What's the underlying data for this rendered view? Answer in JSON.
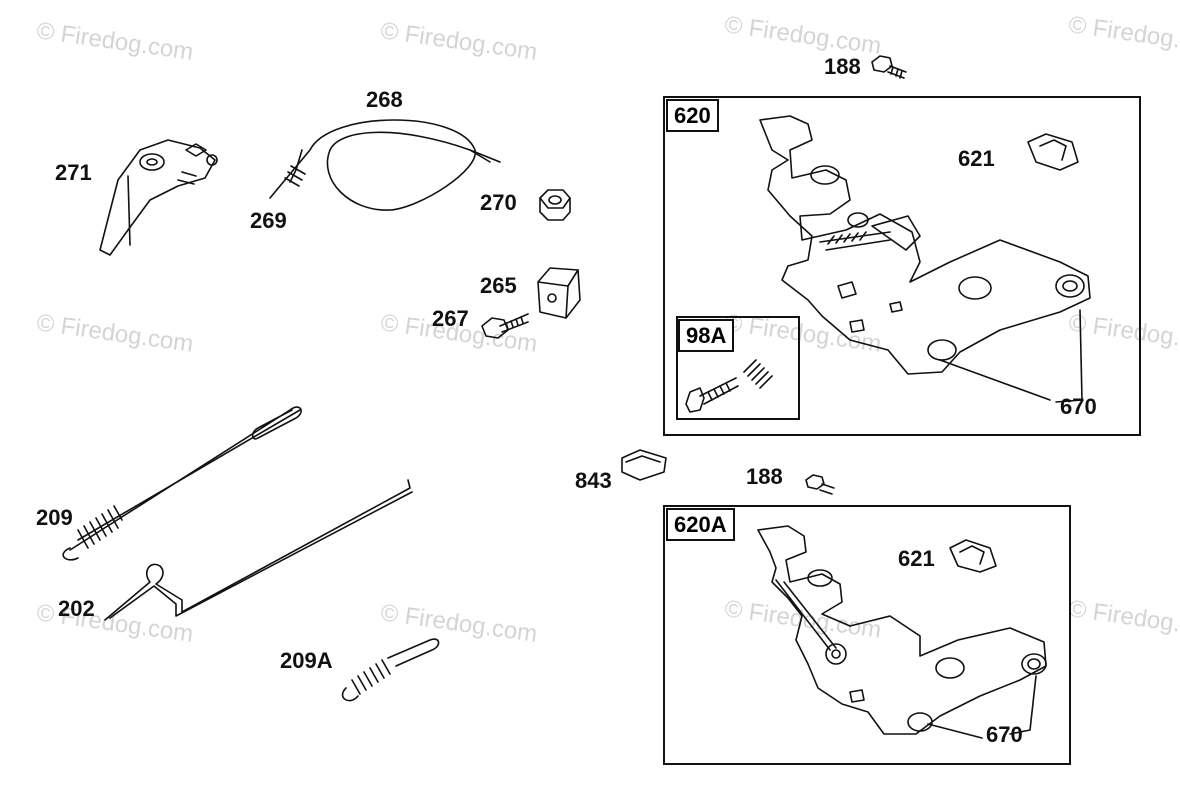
{
  "watermark": "© Firedog.com",
  "labels": {
    "l188a": "188",
    "l620": "620",
    "l621a": "621",
    "l271": "271",
    "l268": "268",
    "l270": "270",
    "l269": "269",
    "l265": "265",
    "l267": "267",
    "l98a": "98A",
    "l670a": "670",
    "l843": "843",
    "l188b": "188",
    "l209": "209",
    "l620a": "620A",
    "l621b": "621",
    "l202": "202",
    "l209a": "209A",
    "l670b": "670"
  }
}
